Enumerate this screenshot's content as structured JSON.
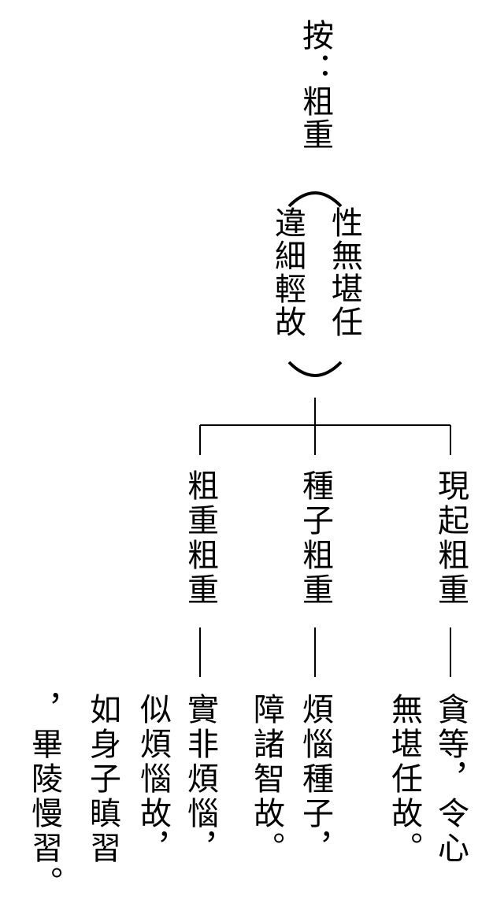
{
  "top": {
    "title": "按：粗重",
    "definition_col1": "性無堪任",
    "definition_col2": "違細輕故"
  },
  "branches": [
    {
      "id": "xianqi",
      "label": "現起粗重",
      "explanation": [
        "貪等，令心",
        "無堪任故。"
      ]
    },
    {
      "id": "zhongzi",
      "label": "種子粗重",
      "explanation": [
        "煩惱種子，",
        "障諸智故。"
      ]
    },
    {
      "id": "cuzhong",
      "label": "粗重粗重",
      "explanation": [
        "實非煩惱，",
        "似煩惱故，",
        "如身子瞋習",
        "，畢陵慢習。"
      ]
    }
  ]
}
